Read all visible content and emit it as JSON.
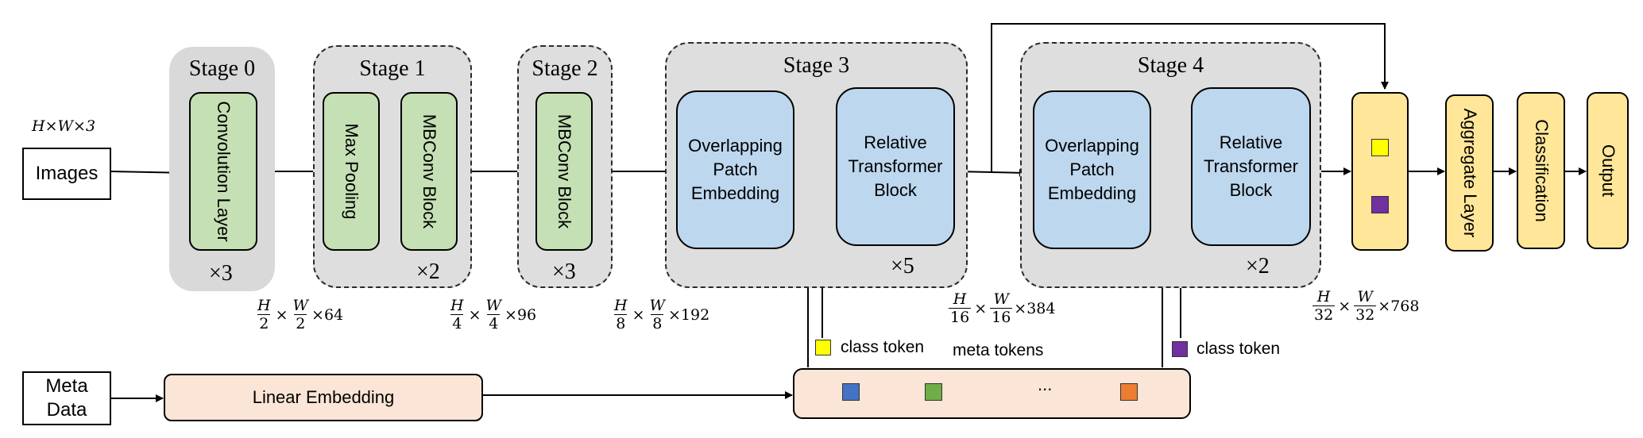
{
  "input": {
    "dims": "H×W×3",
    "images_label": "Images",
    "meta_label_line1": "Meta",
    "meta_label_line2": "Data"
  },
  "stages": [
    {
      "title": "Stage 0",
      "repeat": "×3",
      "blocks": [
        "Convolution Layer"
      ]
    },
    {
      "title": "Stage 1",
      "repeat": "×2",
      "blocks": [
        "Max Pooling",
        "MBConv Block"
      ]
    },
    {
      "title": "Stage 2",
      "repeat": "×3",
      "blocks": [
        "MBConv Block"
      ]
    },
    {
      "title": "Stage 3",
      "repeat": "×5",
      "blocks": [
        "Overlapping Patch Embedding",
        "Relative Transformer Block"
      ]
    },
    {
      "title": "Stage 4",
      "repeat": "×2",
      "blocks": [
        "Overlapping Patch Embedding",
        "Relative Transformer Block"
      ]
    }
  ],
  "resolutions": [
    {
      "h": "H",
      "hd": "2",
      "w": "W",
      "wd": "2",
      "c": "×64"
    },
    {
      "h": "H",
      "hd": "4",
      "w": "W",
      "wd": "4",
      "c": "×96"
    },
    {
      "h": "H",
      "hd": "8",
      "w": "W",
      "wd": "8",
      "c": "×192"
    },
    {
      "h": "H",
      "hd": "16",
      "w": "W",
      "wd": "16",
      "c": "×384"
    },
    {
      "h": "H",
      "hd": "32",
      "w": "W",
      "wd": "32",
      "c": "×768"
    }
  ],
  "times": "×",
  "head": {
    "aggregate": "Aggregate Layer",
    "classification": "Classification",
    "output": "Output"
  },
  "meta": {
    "linear_embedding": "Linear Embedding",
    "meta_tokens": "meta tokens",
    "class_token_1": "class token",
    "class_token_2": "class token",
    "ellipsis": "..."
  },
  "colors": {
    "stage_bg": "#dedede",
    "green": "#c5e0b4",
    "blue": "#bdd7ee",
    "yellow": "#ffe699",
    "peach": "#fbe5d6",
    "token_yellow": "#ffff00",
    "token_purple": "#7030a0",
    "token_blue": "#4472c4",
    "token_green": "#70ad47",
    "token_orange": "#ed7d31"
  }
}
